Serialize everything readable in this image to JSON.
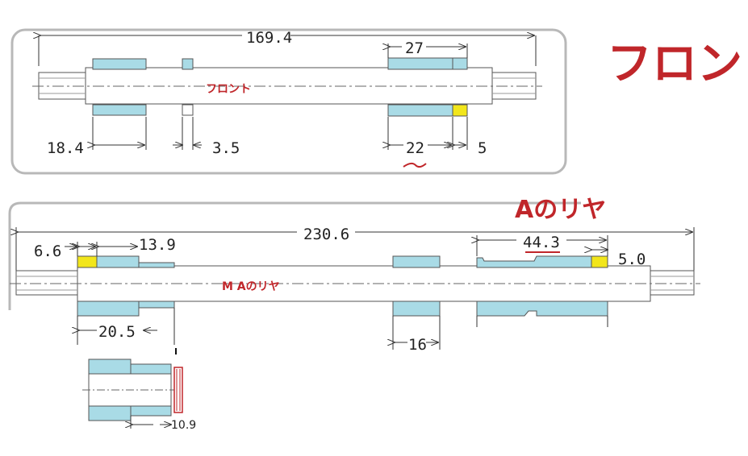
{
  "front": {
    "title": "フロント",
    "shaft_label": "フロント",
    "dims": {
      "overall": "169.4",
      "right_top": "27",
      "left_bottom": "18.4",
      "mid_bottom": "3.5",
      "right_bottom": "22",
      "right_end": "5"
    }
  },
  "rear": {
    "title": "Aのリヤ",
    "shaft_label": "M Aのリヤ",
    "dims": {
      "overall": "230.6",
      "left_top": "6.6",
      "left_top2": "13.9",
      "left_bottom": "20.5",
      "mid_bottom": "16",
      "right_top": "44.3",
      "right_end": "5.0"
    }
  },
  "detail": {
    "dim": "10.9"
  },
  "colors": {
    "part_fill": "#a9dbe6",
    "shim_fill": "#f2e61b",
    "label_red": "#c0262a"
  }
}
